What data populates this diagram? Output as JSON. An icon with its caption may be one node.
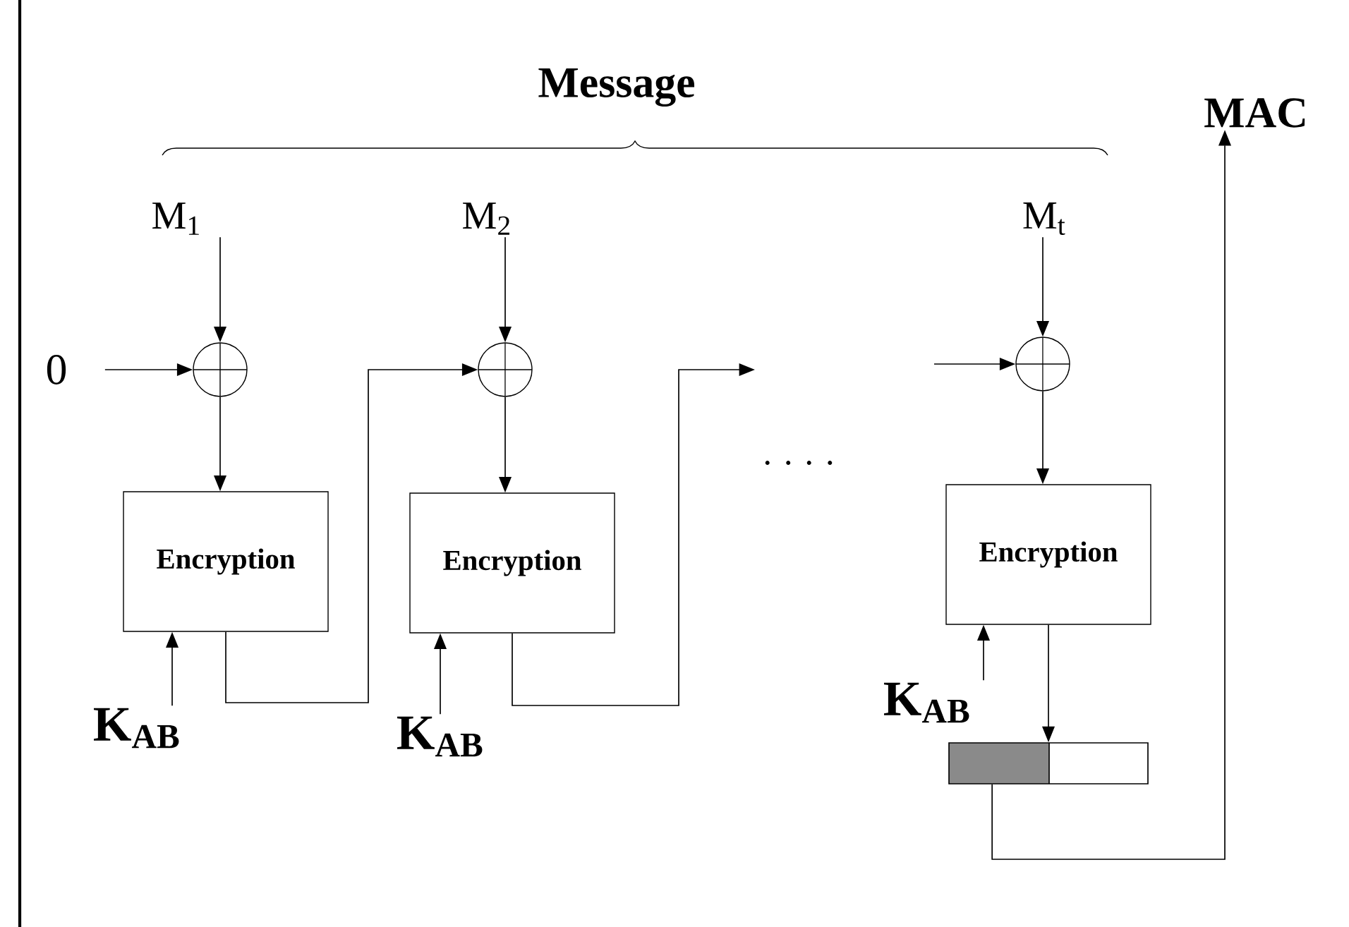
{
  "diagram": {
    "nodes": [
      {
        "text": [
          "M$_{1}$"
        ]
      },
      {
        "text": [
          "M$_{2}$"
        ]
      },
      {
        "text": [
          "M$_{t}$"
        ]
      },
      {
        "text": [
          "0"
        ]
      },
      {
        "text": [],
        "shape": "circle"
      },
      {
        "text": [],
        "shape": "circle"
      },
      {
        "text": [],
        "shape": "circle"
      },
      {
        "text": [
          "Encryption"
        ]
      },
      {
        "text": [
          "Encryption"
        ]
      },
      {
        "text": [
          "Encryption"
        ]
      },
      {
        "text": [
          "K$_{AB}$"
        ]
      },
      {
        "text": [
          "K$_{AB}$"
        ]
      },
      {
        "text": [
          "K$_{AB}$"
        ]
      },
      {
        "text": [],
        "shape": "bar"
      },
      {
        "text": [
          "MAC"
        ]
      }
    ],
    "edges": [
      {
        "from": 0,
        "to": 4,
        "arrow": "to"
      },
      {
        "from": 1,
        "to": 5,
        "arrow": "to"
      },
      {
        "from": 2,
        "to": 6,
        "arrow": "to"
      },
      {
        "from": 3,
        "to": 4,
        "arrow": "to"
      },
      {
        "from": 4,
        "to": 7,
        "arrow": "to"
      },
      {
        "from": 5,
        "to": 8,
        "arrow": "to"
      },
      {
        "from": 6,
        "to": 9,
        "arrow": "to"
      },
      {
        "from": 10,
        "to": 7,
        "arrow": "to"
      },
      {
        "from": 11,
        "to": 8,
        "arrow": "to"
      },
      {
        "from": 12,
        "to": 9,
        "arrow": "to"
      },
      {
        "from": 7,
        "to": 5,
        "arrow": "to"
      },
      {
        "from": 8,
        "to": null,
        "arrow": "to"
      },
      {
        "from": null,
        "to": 6,
        "arrow": "to"
      },
      {
        "from": 9,
        "to": 13,
        "arrow": "to"
      },
      {
        "from": 13,
        "to": 14,
        "arrow": "to"
      }
    ],
    "labels": [
      "Message",
      ". . . ."
    ]
  }
}
